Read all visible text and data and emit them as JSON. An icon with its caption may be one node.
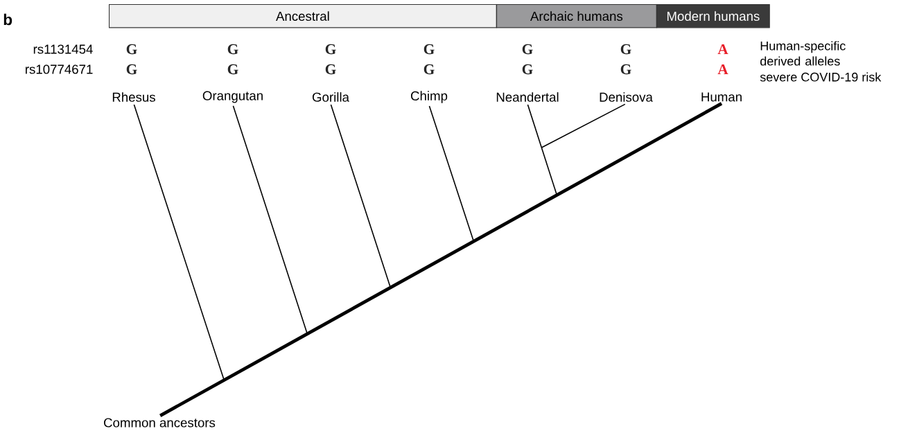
{
  "diagram": {
    "nodes": [
      {
        "text": [
          "Ancestral"
        ]
      },
      {
        "text": [
          "Archaic humans"
        ]
      },
      {
        "text": [
          "Modern humans"
        ]
      },
      {
        "text": [
          "Rhesus"
        ]
      },
      {
        "text": [
          "Orangutan"
        ]
      },
      {
        "text": [
          "Gorilla"
        ]
      },
      {
        "text": [
          "Chimp"
        ]
      },
      {
        "text": [
          "Neandertal"
        ]
      },
      {
        "text": [
          "Denisova"
        ]
      },
      {
        "text": [
          "Human"
        ]
      },
      {
        "text": [
          "Common ancestors"
        ]
      }
    ],
    "edges": [
      {
        "from": 10,
        "to": 9,
        "arrow": "none",
        "style": "thick"
      },
      {
        "from": 3,
        "to": null,
        "arrow": "none"
      },
      {
        "from": 4,
        "to": null,
        "arrow": "none"
      },
      {
        "from": 5,
        "to": null,
        "arrow": "none"
      },
      {
        "from": 6,
        "to": null,
        "arrow": "none"
      },
      {
        "from": 7,
        "to": null,
        "arrow": "none"
      },
      {
        "from": 8,
        "to": null,
        "arrow": "none"
      }
    ],
    "labels": [
      "b",
      "rs1131454",
      "G",
      "G",
      "G",
      "G",
      "G",
      "G",
      "A",
      "Human-specific derived alleles",
      "rs10774671",
      "G",
      "G",
      "G",
      "G",
      "G",
      "G",
      "A",
      "severe COVID-19 risk"
    ]
  }
}
